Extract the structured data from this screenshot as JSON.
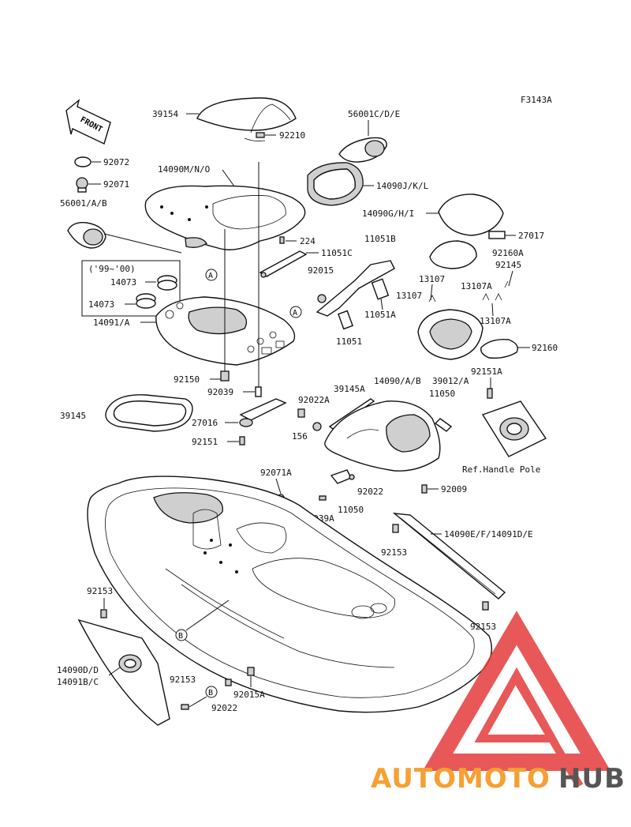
{
  "figure_code": "F3143A",
  "front_arrow": "FRONT",
  "note_years": "('99~'00)",
  "ref_note": "Ref.Handle Pole",
  "labels": {
    "l39154": "39154",
    "l92210": "92210",
    "l56001cde": "56001C/D/E",
    "l92072": "92072",
    "l14090mno": "14090M/N/O",
    "l92071": "92071",
    "l14090jkl": "14090J/K/L",
    "l56001ab": "56001/A/B",
    "l14090ghi": "14090G/H/I",
    "l224": "224",
    "l11051b": "11051B",
    "l27017": "27017",
    "l11051c": "11051C",
    "l92160a": "92160A",
    "l92015": "92015",
    "l92145": "92145",
    "l14073a": "14073",
    "l13107": "13107",
    "l13107a": "13107A",
    "l14073b": "14073",
    "l13107b": "13107",
    "l11051a": "11051A",
    "l13107a2": "13107A",
    "l14091a": "14091/A",
    "l11051": "11051",
    "l92160": "92160",
    "l92151a": "92151A",
    "l92150": "92150",
    "l14090ab": "14090/A/B",
    "l39012a": "39012/A",
    "l39145a": "39145A",
    "l92039": "92039",
    "l11050a": "11050",
    "l92022a": "92022A",
    "l39145": "39145",
    "l27016": "27016",
    "l156": "156",
    "l92151": "92151",
    "l92071a": "92071A",
    "l92022b": "92022",
    "l92009": "92009",
    "l92039a": "92039A",
    "l11050b": "11050",
    "l14090ef": "14090E/F/14091D/E",
    "l92153a": "92153",
    "l92153b": "92153",
    "l92153c": "92153",
    "l14090d": "14090D/D",
    "l14091bc": "14091B/C",
    "l92153d": "92153",
    "l92015a": "92015A",
    "l92022c": "92022"
  },
  "callouts": {
    "a1": "A",
    "a2": "A",
    "b1": "B",
    "b2": "B"
  },
  "watermark": {
    "part1": "AUTOMOTO",
    "part2": "HUB",
    "color1": "#f5a033",
    "color2": "#555555",
    "triangle_color": "#e63b3b"
  }
}
